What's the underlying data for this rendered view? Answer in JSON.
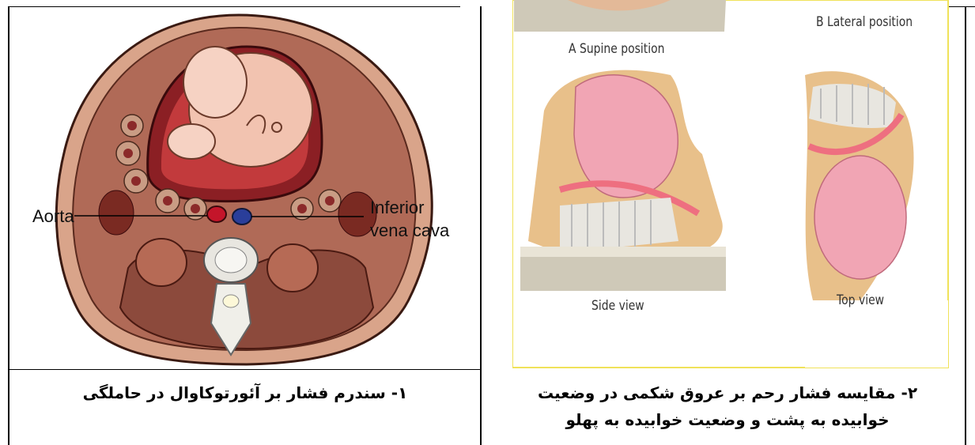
{
  "left_figure": {
    "labels": {
      "aorta": "Aorta",
      "ivc_line1": "Inferior",
      "ivc_line2": "vena cava"
    },
    "caption": "۱- سندرم فشار بر آئورتوکاوال در حاملگی"
  },
  "right_figure": {
    "labels": {
      "supine": "A Supine position",
      "lateral": "B Lateral position",
      "side_view": "Side view",
      "top_view": "Top view"
    },
    "caption_line1": "۲- مقایسه فشار رحم بر عروق شکمی در وضعیت",
    "caption_line2": "خوابیده به پشت و وضعیت خوابیده به پهلو"
  },
  "colors": {
    "skin": "#d9a48a",
    "uterus_wall": "#8b1f24",
    "aorta": "#c4152a",
    "vena_cava": "#2a3e9a",
    "fetus_pink": "#f2c3b0",
    "uterus_pink": "#f1a5b4",
    "border_yellow": "#f0e25a"
  }
}
